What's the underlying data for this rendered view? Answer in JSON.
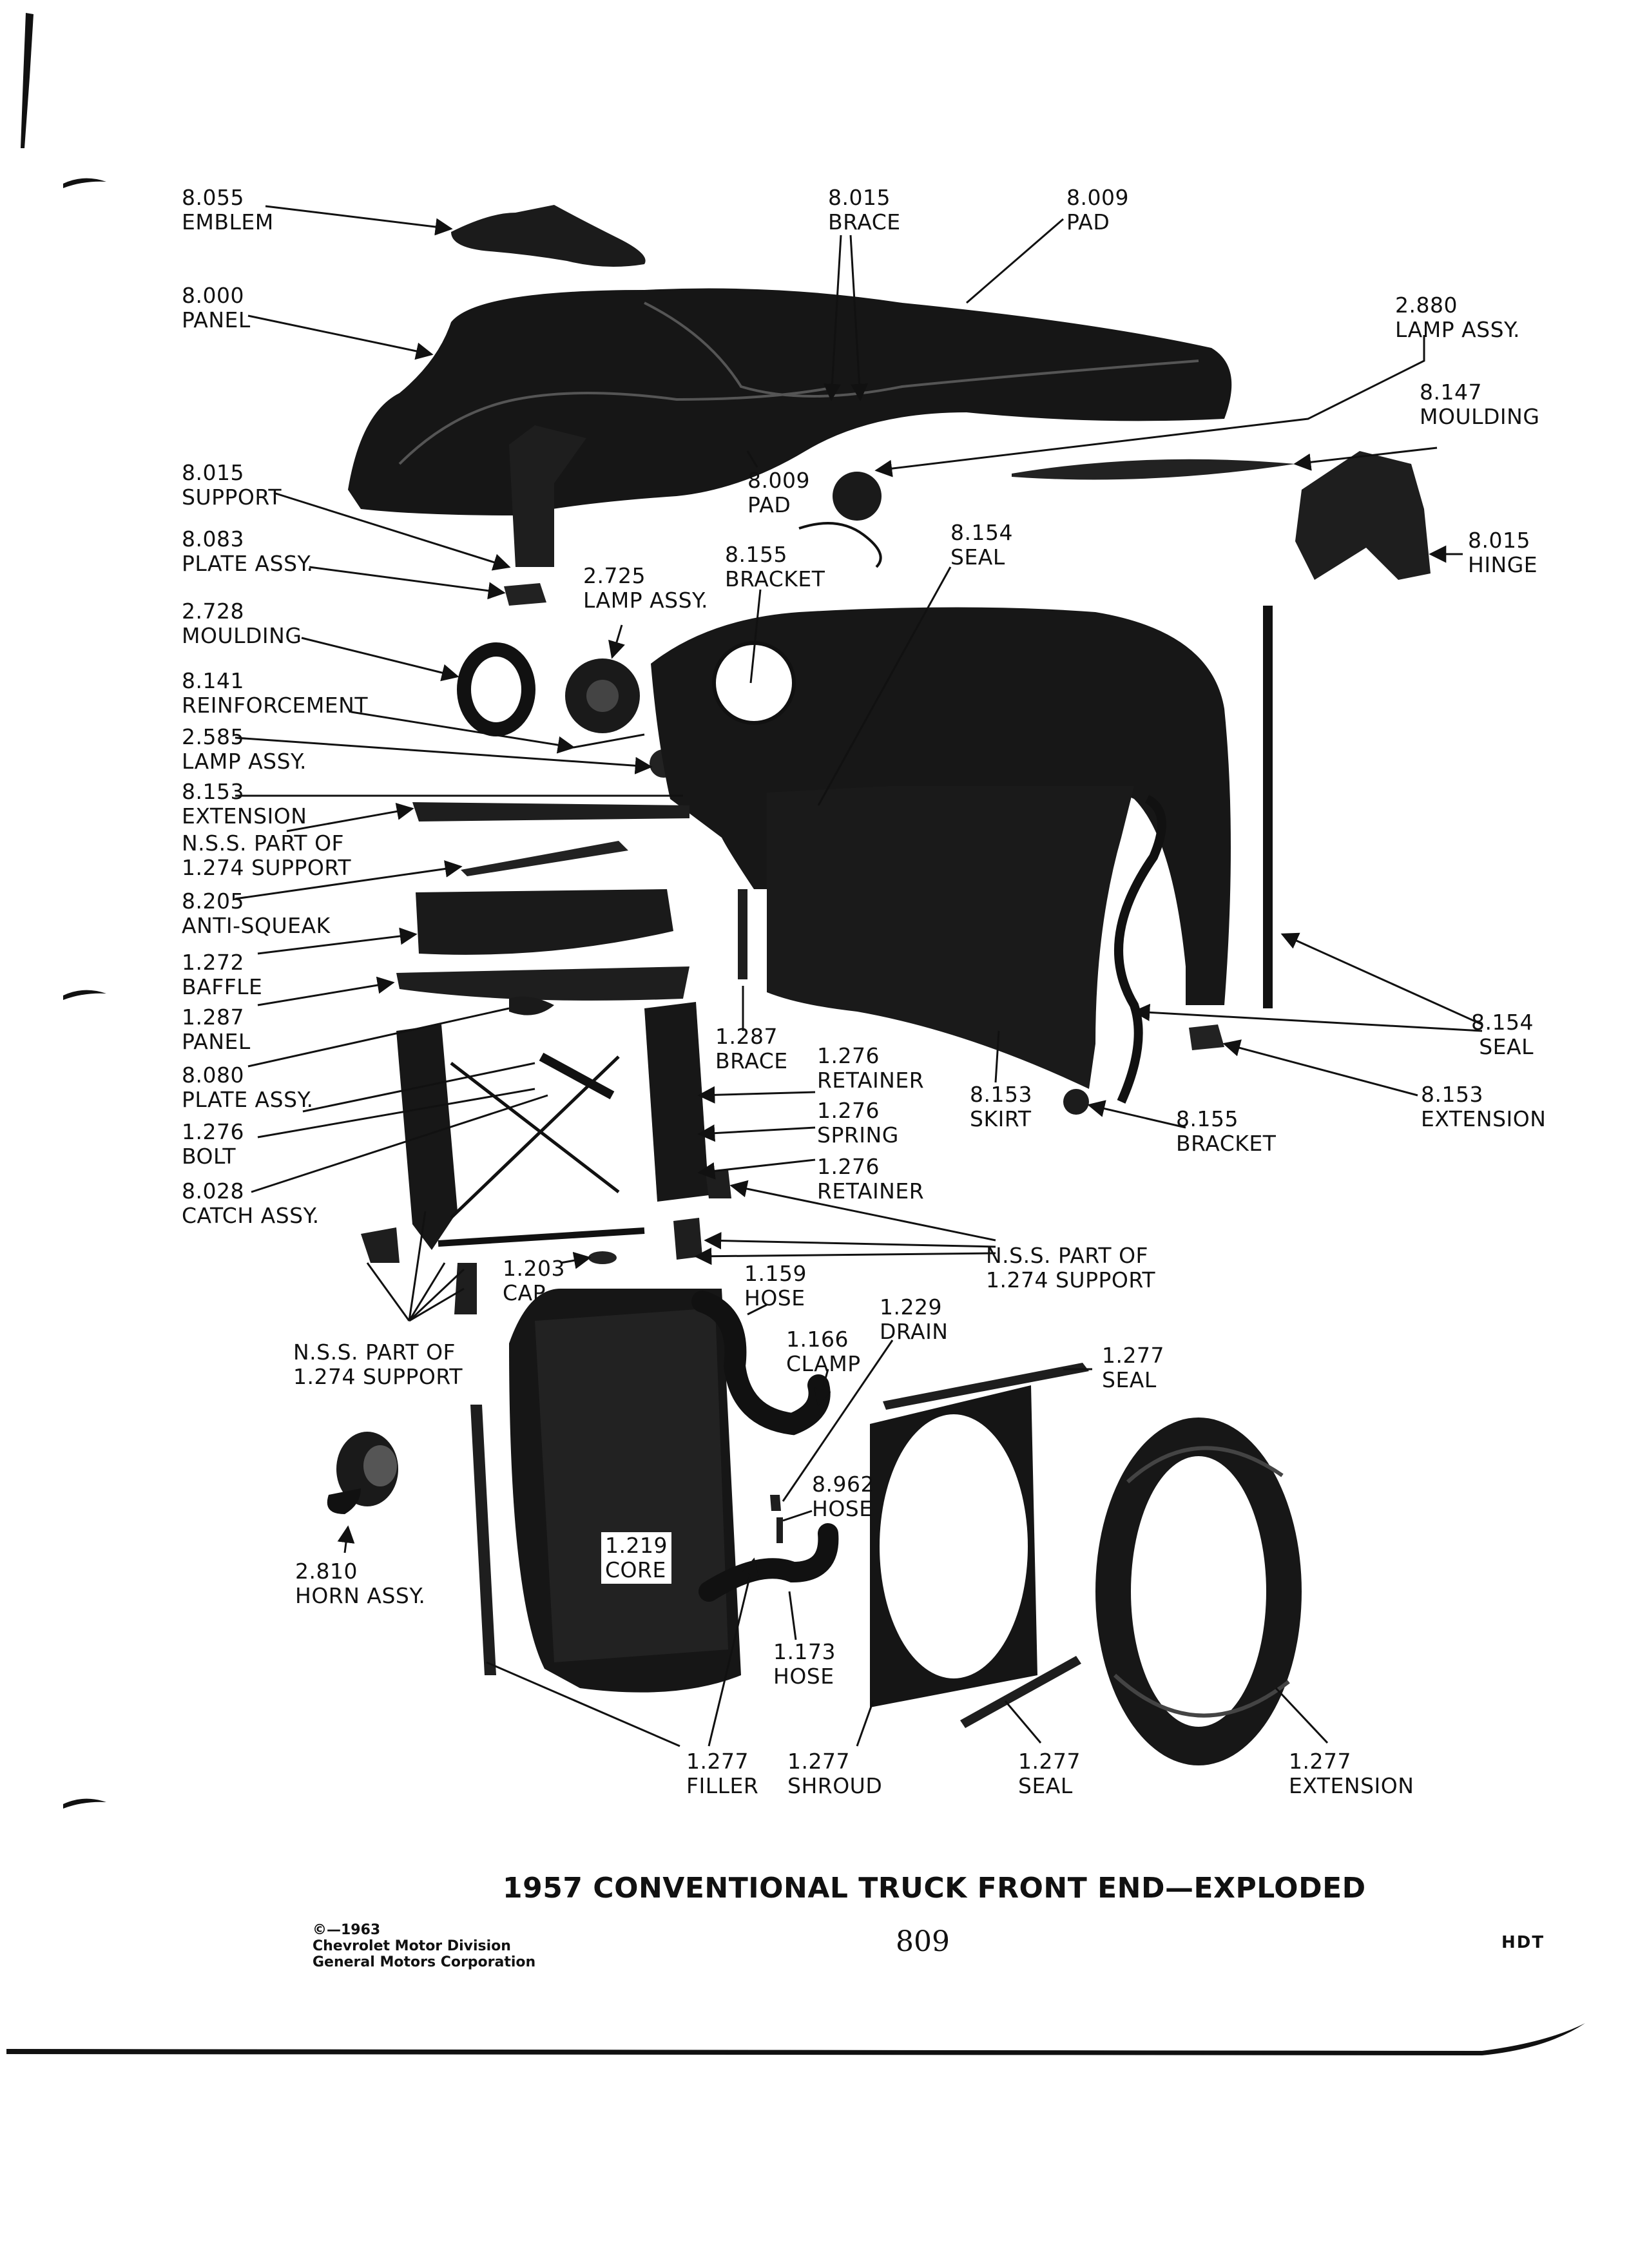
{
  "page": {
    "title": "1957 CONVENTIONAL TRUCK FRONT END—EXPLODED",
    "page_number": "809",
    "copyright": [
      "©—1963",
      "Chevrolet Motor Division",
      "General Motors Corporation"
    ],
    "code": "HDT"
  },
  "labels": [
    {
      "id": "emblem",
      "num": "8.055",
      "name": "EMBLEM"
    },
    {
      "id": "brace-top",
      "num": "8.015",
      "name": "BRACE"
    },
    {
      "id": "pad-top",
      "num": "8.009",
      "name": "PAD"
    },
    {
      "id": "lamp-assy-2880",
      "num": "2.880",
      "name": "LAMP ASSY."
    },
    {
      "id": "panel-hood",
      "num": "8.000",
      "name": "PANEL"
    },
    {
      "id": "moulding-8147",
      "num": "8.147",
      "name": "MOULDING"
    },
    {
      "id": "support-8015",
      "num": "8.015",
      "name": "SUPPORT"
    },
    {
      "id": "pad-mid",
      "num": "8.009",
      "name": "PAD"
    },
    {
      "id": "plate-assy-8083",
      "num": "8.083",
      "name": "PLATE ASSY."
    },
    {
      "id": "bracket-8155-top",
      "num": "8.155",
      "name": "BRACKET"
    },
    {
      "id": "seal-8154-top",
      "num": "8.154",
      "name": "SEAL"
    },
    {
      "id": "hinge-8015",
      "num": "8.015",
      "name": "HINGE"
    },
    {
      "id": "lamp-assy-2725",
      "num": "2.725",
      "name": "LAMP ASSY."
    },
    {
      "id": "moulding-2728",
      "num": "2.728",
      "name": "MOULDING"
    },
    {
      "id": "reinforcement-8141",
      "num": "8.141",
      "name": "REINFORCEMENT"
    },
    {
      "id": "lamp-assy-2585",
      "num": "2.585",
      "name": "LAMP ASSY."
    },
    {
      "id": "extension-8153-left",
      "num": "8.153",
      "name": "EXTENSION"
    },
    {
      "id": "nss-1274-upper",
      "num": "N.S.S. PART OF",
      "name": "1.274 SUPPORT"
    },
    {
      "id": "anti-squeak-8205",
      "num": "8.205",
      "name": "ANTI-SQUEAK"
    },
    {
      "id": "baffle-1272",
      "num": "1.272",
      "name": "BAFFLE"
    },
    {
      "id": "panel-1287",
      "num": "1.287",
      "name": "PANEL"
    },
    {
      "id": "brace-1287",
      "num": "1.287",
      "name": "BRACE"
    },
    {
      "id": "retainer-1276-a",
      "num": "1.276",
      "name": "RETAINER"
    },
    {
      "id": "spring-1276",
      "num": "1.276",
      "name": "SPRING"
    },
    {
      "id": "retainer-1276-b",
      "num": "1.276",
      "name": "RETAINER"
    },
    {
      "id": "plate-assy-8080",
      "num": "8.080",
      "name": "PLATE ASSY."
    },
    {
      "id": "bolt-1276",
      "num": "1.276",
      "name": "BOLT"
    },
    {
      "id": "catch-assy-8028",
      "num": "8.028",
      "name": "CATCH ASSY."
    },
    {
      "id": "skirt-8153",
      "num": "8.153",
      "name": "SKIRT"
    },
    {
      "id": "bracket-8155-bottom",
      "num": "8.155",
      "name": "BRACKET"
    },
    {
      "id": "seal-8154-right",
      "num": "8.154",
      "name": "SEAL"
    },
    {
      "id": "extension-8153-right",
      "num": "8.153",
      "name": "EXTENSION"
    },
    {
      "id": "nss-1274-right",
      "num": "N.S.S. PART OF",
      "name": "1.274 SUPPORT"
    },
    {
      "id": "cap-1203",
      "num": "1.203",
      "name": "CAP"
    },
    {
      "id": "hose-1159",
      "num": "1.159",
      "name": "HOSE"
    },
    {
      "id": "drain-1229",
      "num": "1.229",
      "name": "DRAIN"
    },
    {
      "id": "clamp-1166",
      "num": "1.166",
      "name": "CLAMP"
    },
    {
      "id": "seal-1277-top",
      "num": "1.277",
      "name": "SEAL"
    },
    {
      "id": "nss-1274-left",
      "num": "N.S.S. PART OF",
      "name": "1.274 SUPPORT"
    },
    {
      "id": "hose-8962",
      "num": "8.962",
      "name": "HOSE"
    },
    {
      "id": "core-1219",
      "num": "1.219",
      "name": "CORE"
    },
    {
      "id": "horn-assy-2810",
      "num": "2.810",
      "name": "HORN ASSY."
    },
    {
      "id": "hose-1173",
      "num": "1.173",
      "name": "HOSE"
    },
    {
      "id": "filler-1277",
      "num": "1.277",
      "name": "FILLER"
    },
    {
      "id": "shroud-1277",
      "num": "1.277",
      "name": "SHROUD"
    },
    {
      "id": "seal-1277-bottom",
      "num": "1.277",
      "name": "SEAL"
    },
    {
      "id": "extension-1277",
      "num": "1.277",
      "name": "EXTENSION"
    }
  ]
}
